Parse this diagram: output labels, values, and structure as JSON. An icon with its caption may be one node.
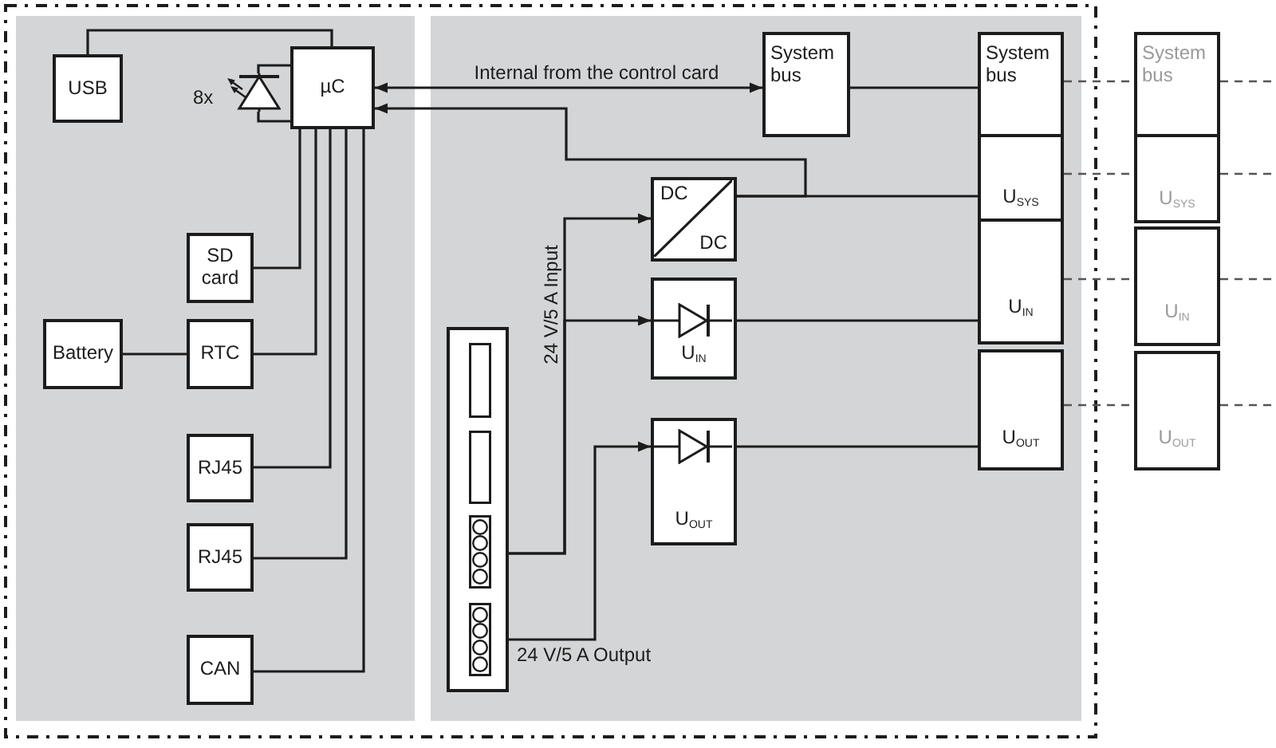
{
  "diagram": {
    "nodes": [
      {
        "text": [],
        "shape": "box"
      },
      {
        "text": [
          "USB"
        ],
        "in": 0
      },
      {
        "text": [
          "µC"
        ],
        "in": 0
      },
      {
        "text": [],
        "shape": "picture",
        "beside": [
          "8x"
        ],
        "in": 0
      },
      {
        "text": [
          "SD card"
        ],
        "in": 0
      },
      {
        "text": [
          "Battery"
        ],
        "in": 0
      },
      {
        "text": [
          "RTC"
        ],
        "in": 0
      },
      {
        "text": [
          "RJ45"
        ],
        "in": 0
      },
      {
        "text": [
          "RJ45"
        ],
        "in": 0
      },
      {
        "text": [
          "CAN"
        ],
        "in": 0
      },
      {
        "text": [],
        "shape": "box"
      },
      {
        "text": [
          "System bus"
        ],
        "in": 10
      },
      {
        "text": [
          "DC",
          "DC"
        ],
        "in": 10
      },
      {
        "text": [
          "U$_{IN}$"
        ],
        "in": 10
      },
      {
        "text": [
          "U$_{OUT}$"
        ],
        "in": 10
      },
      {
        "text": [],
        "shape": "box",
        "in": 10
      },
      {
        "text": [
          "System bus"
        ],
        "in": 10
      },
      {
        "text": [
          "U$_{SYS}$"
        ],
        "in": 10
      },
      {
        "text": [
          "U$_{IN}$"
        ],
        "in": 10
      },
      {
        "text": [
          "U$_{OUT}$"
        ],
        "in": 10
      },
      {
        "text": [
          "System bus"
        ]
      },
      {
        "text": [
          "U$_{SYS}$"
        ]
      },
      {
        "text": [
          "U$_{IN}$"
        ]
      },
      {
        "text": [
          "U$_{OUT}$"
        ]
      }
    ],
    "edges": [
      {
        "from": 1,
        "to": 2,
        "arrow": "none"
      },
      {
        "from": 3,
        "to": 2,
        "arrow": "none"
      },
      {
        "from": 3,
        "to": 2,
        "arrow": "none"
      },
      {
        "from": 4,
        "to": 2,
        "arrow": "none"
      },
      {
        "from": 5,
        "to": 6,
        "arrow": "none"
      },
      {
        "from": 6,
        "to": 2,
        "arrow": "none"
      },
      {
        "from": 7,
        "to": 2,
        "arrow": "none"
      },
      {
        "from": 8,
        "to": 2,
        "arrow": "none"
      },
      {
        "from": 9,
        "to": 2,
        "arrow": "none"
      },
      {
        "from": 2,
        "to": 11,
        "arrow": "both",
        "label": "Internal from the control card"
      },
      {
        "from": 12,
        "to": 17,
        "arrow": "none"
      },
      {
        "from": 12,
        "to": 2,
        "arrow": "to"
      },
      {
        "from": 11,
        "to": 16,
        "arrow": "none"
      },
      {
        "from": 15,
        "to": 12,
        "arrow": "to",
        "label": "24 V/5 A Input"
      },
      {
        "from": 15,
        "to": 13,
        "arrow": "to"
      },
      {
        "from": 15,
        "to": 14,
        "arrow": "to",
        "label": "24 V/5 A Output"
      },
      {
        "from": 13,
        "to": 18,
        "arrow": "none"
      },
      {
        "from": 14,
        "to": 19,
        "arrow": "none"
      },
      {
        "from": 16,
        "to": 20,
        "arrow": "none",
        "style": "dashed",
        "color": "#555555"
      },
      {
        "from": 17,
        "to": 21,
        "arrow": "none",
        "style": "dashed",
        "color": "#555555"
      },
      {
        "from": 18,
        "to": 22,
        "arrow": "none",
        "style": "dashed",
        "color": "#555555"
      },
      {
        "from": 19,
        "to": 23,
        "arrow": "none",
        "style": "dashed",
        "color": "#555555"
      },
      {
        "from": 20,
        "to": null,
        "arrow": "none",
        "style": "dashed",
        "color": "#555555"
      },
      {
        "from": 21,
        "to": null,
        "arrow": "none",
        "style": "dashed",
        "color": "#555555"
      },
      {
        "from": 22,
        "to": null,
        "arrow": "none",
        "style": "dashed",
        "color": "#555555"
      },
      {
        "from": 23,
        "to": null,
        "arrow": "none",
        "style": "dashed",
        "color": "#555555"
      }
    ]
  }
}
